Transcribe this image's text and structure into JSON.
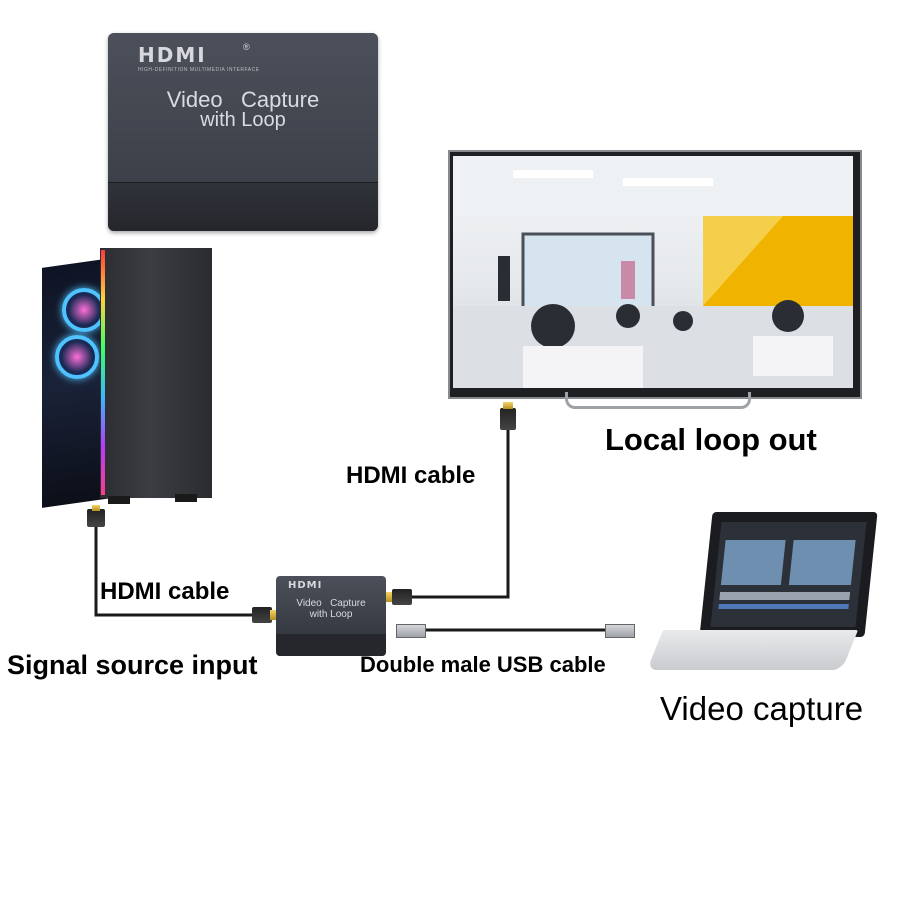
{
  "device": {
    "logo": "HDMI",
    "subtitle": "HIGH-DEFINITION MULTIMEDIA INTERFACE",
    "line1": "Video   Capture",
    "line2": "with Loop"
  },
  "labels": {
    "local_loop_out": "Local loop out",
    "hdmi_cable_top": "HDMI cable",
    "hdmi_cable_left": "HDMI cable",
    "signal_source_input": "Signal source input",
    "double_male_usb": "Double male USB cable",
    "video_capture": "Video capture"
  }
}
